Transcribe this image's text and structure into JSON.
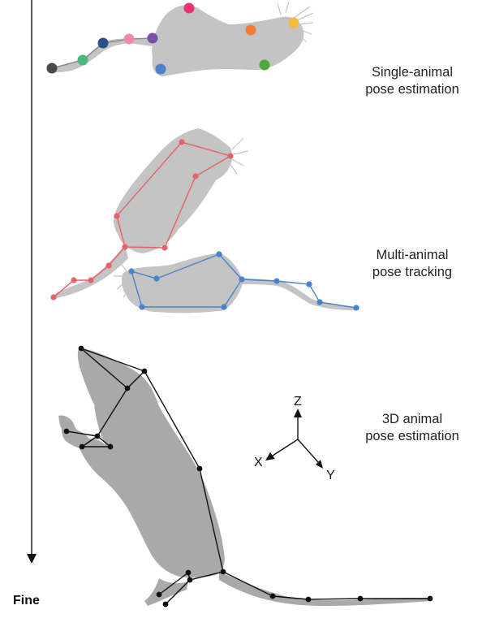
{
  "labels": {
    "single_line1": "Single-animal",
    "single_line2": "pose estimation",
    "multi_line1": "Multi-animal",
    "multi_line2": "pose tracking",
    "threed_line1": "3D animal",
    "threed_line2": "pose estimation",
    "fine": "Fine",
    "axis_z": "Z",
    "axis_x": "X",
    "axis_y": "Y"
  },
  "colors": {
    "silhouette": "#c4c4c4",
    "silhouette_dark": "#a8a8a8",
    "arrow": "#111111",
    "red_animal": "#e86166",
    "blue_animal": "#4a82cc",
    "skeleton_3d": "#111111",
    "single_keypoints": [
      "#4a4a4a",
      "#4cb87e",
      "#2e4f86",
      "#ee8ea5",
      "#7b4fa6",
      "#e8336b",
      "#f07c35",
      "#f3bb37",
      "#4fa83b",
      "#4a82cc"
    ]
  }
}
